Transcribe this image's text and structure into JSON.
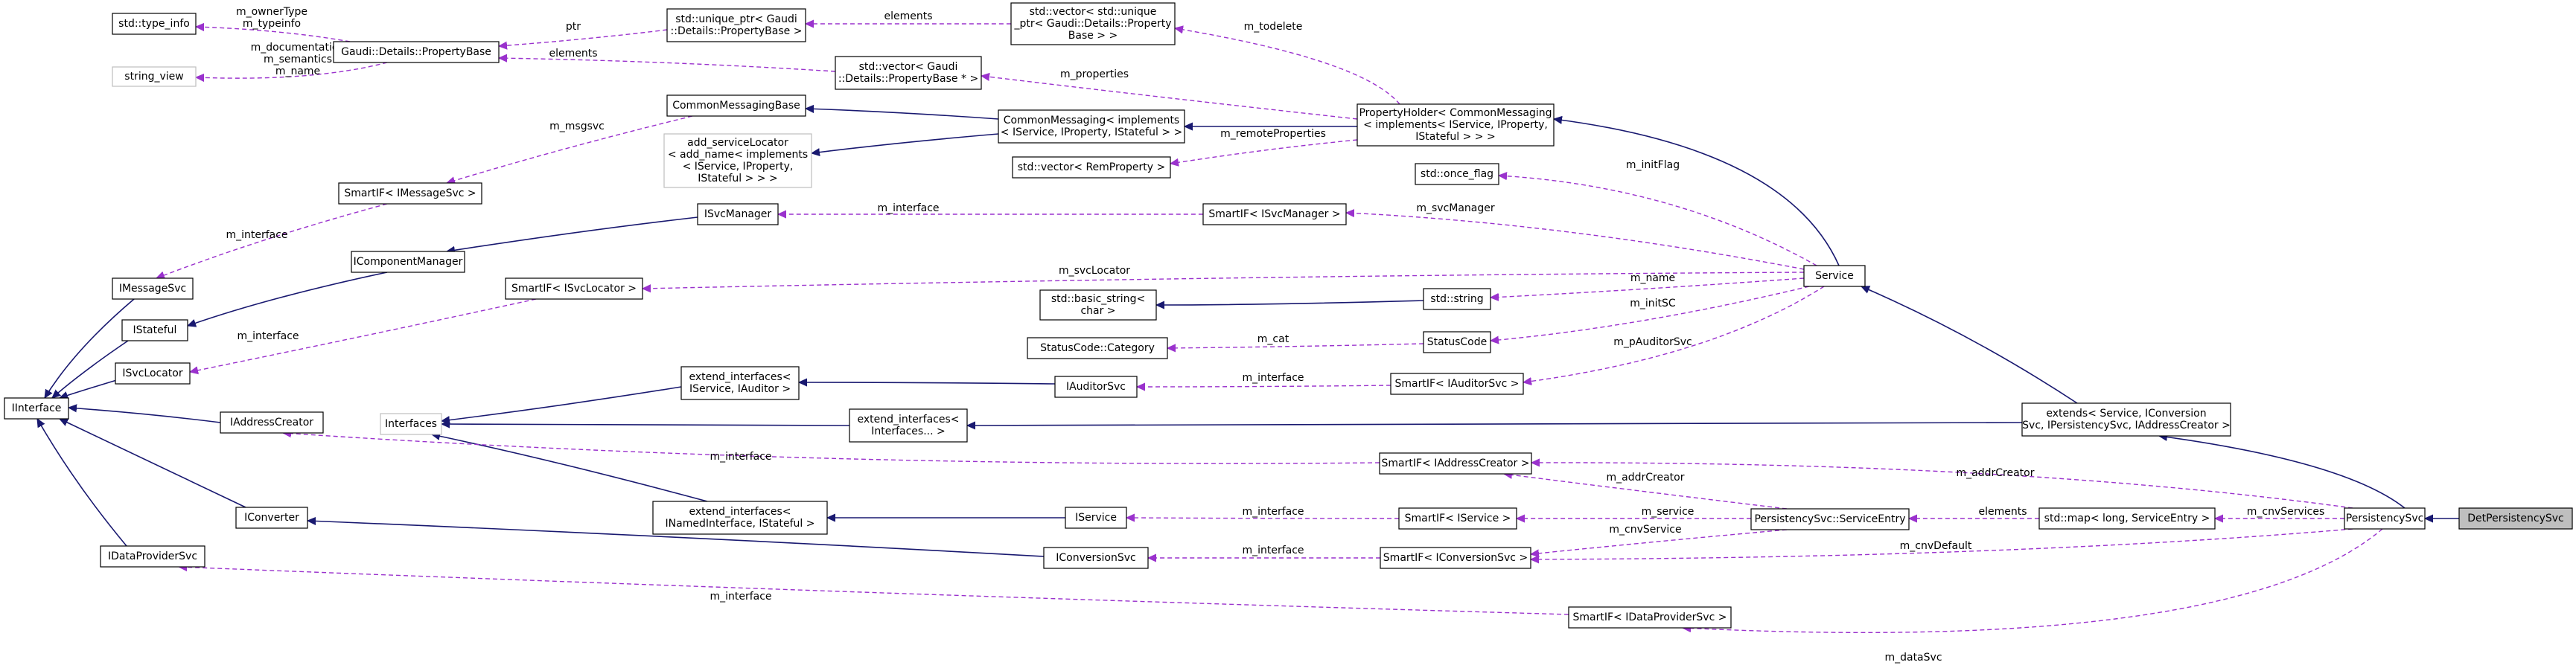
{
  "colors": {
    "inheritance_edge": "#191970",
    "usage_edge": "#9a32cd",
    "undocumented_border": "#bfbfbf",
    "focus_fill": "#bfbfbf"
  },
  "nodes": [
    {
      "id": "type_info",
      "lines": [
        "std::type_info"
      ]
    },
    {
      "id": "string_view",
      "lines": [
        "string_view"
      ],
      "undoc": true
    },
    {
      "id": "PropertyBase",
      "lines": [
        "Gaudi::Details::PropertyBase"
      ]
    },
    {
      "id": "unique_ptr",
      "lines": [
        "std::unique_ptr< Gaudi",
        "::Details::PropertyBase >"
      ]
    },
    {
      "id": "vec_unique_ptr",
      "lines": [
        "std::vector< std::unique",
        "_ptr< Gaudi::Details::Property",
        "Base > >"
      ]
    },
    {
      "id": "vec_propbase",
      "lines": [
        "std::vector< Gaudi",
        "::Details::PropertyBase * >"
      ]
    },
    {
      "id": "CommonMessagingBase",
      "lines": [
        "CommonMessagingBase"
      ]
    },
    {
      "id": "add_serviceLocator",
      "lines": [
        "add_serviceLocator",
        "< add_name< implements",
        "< IService, IProperty,",
        "IStateful > > >"
      ],
      "undoc": true
    },
    {
      "id": "CommonMessaging",
      "lines": [
        "CommonMessaging< implements",
        "< IService, IProperty, IStateful > >"
      ]
    },
    {
      "id": "vec_remprop",
      "lines": [
        "std::vector< RemProperty >"
      ]
    },
    {
      "id": "PropertyHolder",
      "lines": [
        "PropertyHolder< CommonMessaging",
        "< implements< IService, IProperty,",
        "IStateful > > >"
      ]
    },
    {
      "id": "SmartIF_IMessageSvc",
      "lines": [
        "SmartIF< IMessageSvc >"
      ]
    },
    {
      "id": "std_once_flag",
      "lines": [
        "std::once_flag"
      ]
    },
    {
      "id": "ISvcManager",
      "lines": [
        "ISvcManager"
      ]
    },
    {
      "id": "SmartIF_ISvcManager",
      "lines": [
        "SmartIF< ISvcManager >"
      ]
    },
    {
      "id": "IComponentManager",
      "lines": [
        "IComponentManager"
      ]
    },
    {
      "id": "IMessageSvc",
      "lines": [
        "IMessageSvc"
      ]
    },
    {
      "id": "SmartIF_ISvcLocator",
      "lines": [
        "SmartIF< ISvcLocator >"
      ]
    },
    {
      "id": "Service",
      "lines": [
        "Service"
      ]
    },
    {
      "id": "std_string",
      "lines": [
        "std::string"
      ]
    },
    {
      "id": "basic_string",
      "lines": [
        "std::basic_string<",
        "char >"
      ]
    },
    {
      "id": "IStateful",
      "lines": [
        "IStateful"
      ]
    },
    {
      "id": "StatusCode",
      "lines": [
        "StatusCode"
      ]
    },
    {
      "id": "StatusCode_Category",
      "lines": [
        "StatusCode::Category"
      ]
    },
    {
      "id": "ISvcLocator",
      "lines": [
        "ISvcLocator"
      ]
    },
    {
      "id": "extend_IService_IAuditor",
      "lines": [
        "extend_interfaces<",
        "IService, IAuditor >"
      ]
    },
    {
      "id": "IAuditorSvc",
      "lines": [
        "IAuditorSvc"
      ]
    },
    {
      "id": "SmartIF_IAuditorSvc",
      "lines": [
        "SmartIF< IAuditorSvc >"
      ]
    },
    {
      "id": "IInterface",
      "lines": [
        "IInterface"
      ]
    },
    {
      "id": "IAddressCreator",
      "lines": [
        "IAddressCreator"
      ]
    },
    {
      "id": "Interfaces",
      "lines": [
        "Interfaces"
      ],
      "undoc": true
    },
    {
      "id": "extend_Interfaces",
      "lines": [
        "extend_interfaces<",
        "Interfaces... >"
      ]
    },
    {
      "id": "extends_Service",
      "lines": [
        "extends< Service, IConversion",
        "Svc, IPersistencySvc, IAddressCreator >"
      ]
    },
    {
      "id": "SmartIF_IAddressCreator",
      "lines": [
        "SmartIF< IAddressCreator >"
      ]
    },
    {
      "id": "IConverter",
      "lines": [
        "IConverter"
      ]
    },
    {
      "id": "extend_INamed",
      "lines": [
        "extend_interfaces<",
        "INamedInterface, IStateful >"
      ]
    },
    {
      "id": "IService",
      "lines": [
        "IService"
      ]
    },
    {
      "id": "SmartIF_IService",
      "lines": [
        "SmartIF< IService >"
      ]
    },
    {
      "id": "ServiceEntry",
      "lines": [
        "PersistencySvc::ServiceEntry"
      ]
    },
    {
      "id": "std_map",
      "lines": [
        "std::map< long, ServiceEntry >"
      ]
    },
    {
      "id": "PersistencySvc",
      "lines": [
        "PersistencySvc"
      ]
    },
    {
      "id": "DetPersistencySvc",
      "lines": [
        "DetPersistencySvc"
      ],
      "focus": true
    },
    {
      "id": "IDataProviderSvc",
      "lines": [
        "IDataProviderSvc"
      ]
    },
    {
      "id": "IConversionSvc",
      "lines": [
        "IConversionSvc"
      ]
    },
    {
      "id": "SmartIF_IConversionSvc",
      "lines": [
        "SmartIF< IConversionSvc >"
      ]
    },
    {
      "id": "SmartIF_IDataProviderSvc",
      "lines": [
        "SmartIF< IDataProviderSvc >"
      ]
    }
  ],
  "edges": [
    {
      "type": "usage",
      "from": "PropertyBase",
      "to": "type_info",
      "labels": [
        "m_ownerType",
        "m_typeinfo"
      ]
    },
    {
      "type": "usage",
      "from": "PropertyBase",
      "to": "string_view",
      "labels": [
        "m_documentation",
        "m_semantics",
        "m_name"
      ]
    },
    {
      "type": "usage",
      "from": "unique_ptr",
      "to": "PropertyBase",
      "labels": [
        "ptr"
      ]
    },
    {
      "type": "usage",
      "from": "vec_propbase",
      "to": "PropertyBase",
      "labels": [
        "elements"
      ]
    },
    {
      "type": "usage",
      "from": "vec_unique_ptr",
      "to": "unique_ptr",
      "labels": [
        "elements"
      ]
    },
    {
      "type": "usage",
      "from": "PropertyHolder",
      "to": "vec_unique_ptr",
      "labels": [
        "m_todelete"
      ]
    },
    {
      "type": "usage",
      "from": "PropertyHolder",
      "to": "vec_propbase",
      "labels": [
        "m_properties"
      ]
    },
    {
      "type": "usage",
      "from": "PropertyHolder",
      "to": "vec_remprop",
      "labels": [
        "m_remoteProperties"
      ]
    },
    {
      "type": "inherit",
      "from": "CommonMessaging",
      "to": "CommonMessagingBase",
      "labels": []
    },
    {
      "type": "inherit",
      "from": "CommonMessaging",
      "to": "add_serviceLocator",
      "labels": []
    },
    {
      "type": "inherit",
      "from": "PropertyHolder",
      "to": "CommonMessaging",
      "labels": []
    },
    {
      "type": "usage",
      "from": "CommonMessagingBase",
      "to": "SmartIF_IMessageSvc",
      "labels": [
        "m_msgsvc"
      ]
    },
    {
      "type": "usage",
      "from": "SmartIF_IMessageSvc",
      "to": "IMessageSvc",
      "labels": [
        "m_interface"
      ]
    },
    {
      "type": "inherit",
      "from": "Service",
      "to": "PropertyHolder",
      "labels": []
    },
    {
      "type": "usage",
      "from": "Service",
      "to": "std_once_flag",
      "labels": [
        "m_initFlag"
      ]
    },
    {
      "type": "usage",
      "from": "Service",
      "to": "SmartIF_ISvcManager",
      "labels": [
        "m_svcManager"
      ]
    },
    {
      "type": "usage",
      "from": "SmartIF_ISvcManager",
      "to": "ISvcManager",
      "labels": [
        "m_interface"
      ]
    },
    {
      "type": "inherit",
      "from": "ISvcManager",
      "to": "IComponentManager",
      "labels": []
    },
    {
      "type": "inherit",
      "from": "IComponentManager",
      "to": "IStateful",
      "labels": []
    },
    {
      "type": "usage",
      "from": "Service",
      "to": "SmartIF_ISvcLocator",
      "labels": [
        "m_svcLocator"
      ]
    },
    {
      "type": "usage",
      "from": "Service",
      "to": "std_string",
      "labels": [
        "m_name"
      ]
    },
    {
      "type": "inherit",
      "from": "std_string",
      "to": "basic_string",
      "labels": []
    },
    {
      "type": "usage",
      "from": "Service",
      "to": "StatusCode",
      "labels": [
        "m_initSC"
      ]
    },
    {
      "type": "usage",
      "from": "StatusCode",
      "to": "StatusCode_Category",
      "labels": [
        "m_cat"
      ]
    },
    {
      "type": "usage",
      "from": "SmartIF_ISvcLocator",
      "to": "ISvcLocator",
      "labels": [
        "m_interface"
      ]
    },
    {
      "type": "usage",
      "from": "Service",
      "to": "SmartIF_IAuditorSvc",
      "labels": [
        "m_pAuditorSvc"
      ]
    },
    {
      "type": "usage",
      "from": "SmartIF_IAuditorSvc",
      "to": "IAuditorSvc",
      "labels": [
        "m_interface"
      ]
    },
    {
      "type": "inherit",
      "from": "IAuditorSvc",
      "to": "extend_IService_IAuditor",
      "labels": []
    },
    {
      "type": "inherit",
      "from": "extend_IService_IAuditor",
      "to": "Interfaces",
      "labels": []
    },
    {
      "type": "inherit",
      "from": "extend_Interfaces",
      "to": "Interfaces",
      "labels": []
    },
    {
      "type": "inherit",
      "from": "extend_INamed",
      "to": "Interfaces",
      "labels": []
    },
    {
      "type": "inherit",
      "from": "extends_Service",
      "to": "Service",
      "labels": []
    },
    {
      "type": "inherit",
      "from": "extends_Service",
      "to": "extend_Interfaces",
      "labels": []
    },
    {
      "type": "inherit",
      "from": "IMessageSvc",
      "to": "IInterface",
      "labels": []
    },
    {
      "type": "inherit",
      "from": "IStateful",
      "to": "IInterface",
      "labels": []
    },
    {
      "type": "inherit",
      "from": "ISvcLocator",
      "to": "IInterface",
      "labels": []
    },
    {
      "type": "inherit",
      "from": "IAddressCreator",
      "to": "IInterface",
      "labels": []
    },
    {
      "type": "inherit",
      "from": "IConverter",
      "to": "IInterface",
      "labels": []
    },
    {
      "type": "inherit",
      "from": "IDataProviderSvc",
      "to": "IInterface",
      "labels": []
    },
    {
      "type": "usage",
      "from": "SmartIF_IAddressCreator",
      "to": "IAddressCreator",
      "labels": [
        "m_interface"
      ]
    },
    {
      "type": "inherit",
      "from": "IConversionSvc",
      "to": "IConverter",
      "labels": []
    },
    {
      "type": "inherit",
      "from": "IService",
      "to": "extend_INamed",
      "labels": []
    },
    {
      "type": "usage",
      "from": "SmartIF_IService",
      "to": "IService",
      "labels": [
        "m_interface"
      ]
    },
    {
      "type": "usage",
      "from": "SmartIF_IConversionSvc",
      "to": "IConversionSvc",
      "labels": [
        "m_interface"
      ]
    },
    {
      "type": "usage",
      "from": "ServiceEntry",
      "to": "SmartIF_IAddressCreator",
      "labels": [
        "m_addrCreator"
      ]
    },
    {
      "type": "usage",
      "from": "ServiceEntry",
      "to": "SmartIF_IService",
      "labels": [
        "m_service"
      ]
    },
    {
      "type": "usage",
      "from": "ServiceEntry",
      "to": "SmartIF_IConversionSvc",
      "labels": [
        "m_cnvService"
      ]
    },
    {
      "type": "usage",
      "from": "std_map",
      "to": "ServiceEntry",
      "labels": [
        "elements"
      ]
    },
    {
      "type": "usage",
      "from": "PersistencySvc",
      "to": "std_map",
      "labels": [
        "m_cnvServices"
      ]
    },
    {
      "type": "usage",
      "from": "PersistencySvc",
      "to": "SmartIF_IAddressCreator",
      "labels": [
        "m_addrCreator"
      ]
    },
    {
      "type": "usage",
      "from": "PersistencySvc",
      "to": "SmartIF_IConversionSvc",
      "labels": [
        "m_cnvDefault"
      ]
    },
    {
      "type": "usage",
      "from": "PersistencySvc",
      "to": "SmartIF_IDataProviderSvc",
      "labels": [
        "m_dataSvc"
      ]
    },
    {
      "type": "usage",
      "from": "SmartIF_IDataProviderSvc",
      "to": "IDataProviderSvc",
      "labels": [
        "m_interface"
      ]
    },
    {
      "type": "inherit",
      "from": "PersistencySvc",
      "to": "extends_Service",
      "labels": []
    },
    {
      "type": "inherit",
      "from": "DetPersistencySvc",
      "to": "PersistencySvc",
      "labels": []
    }
  ]
}
